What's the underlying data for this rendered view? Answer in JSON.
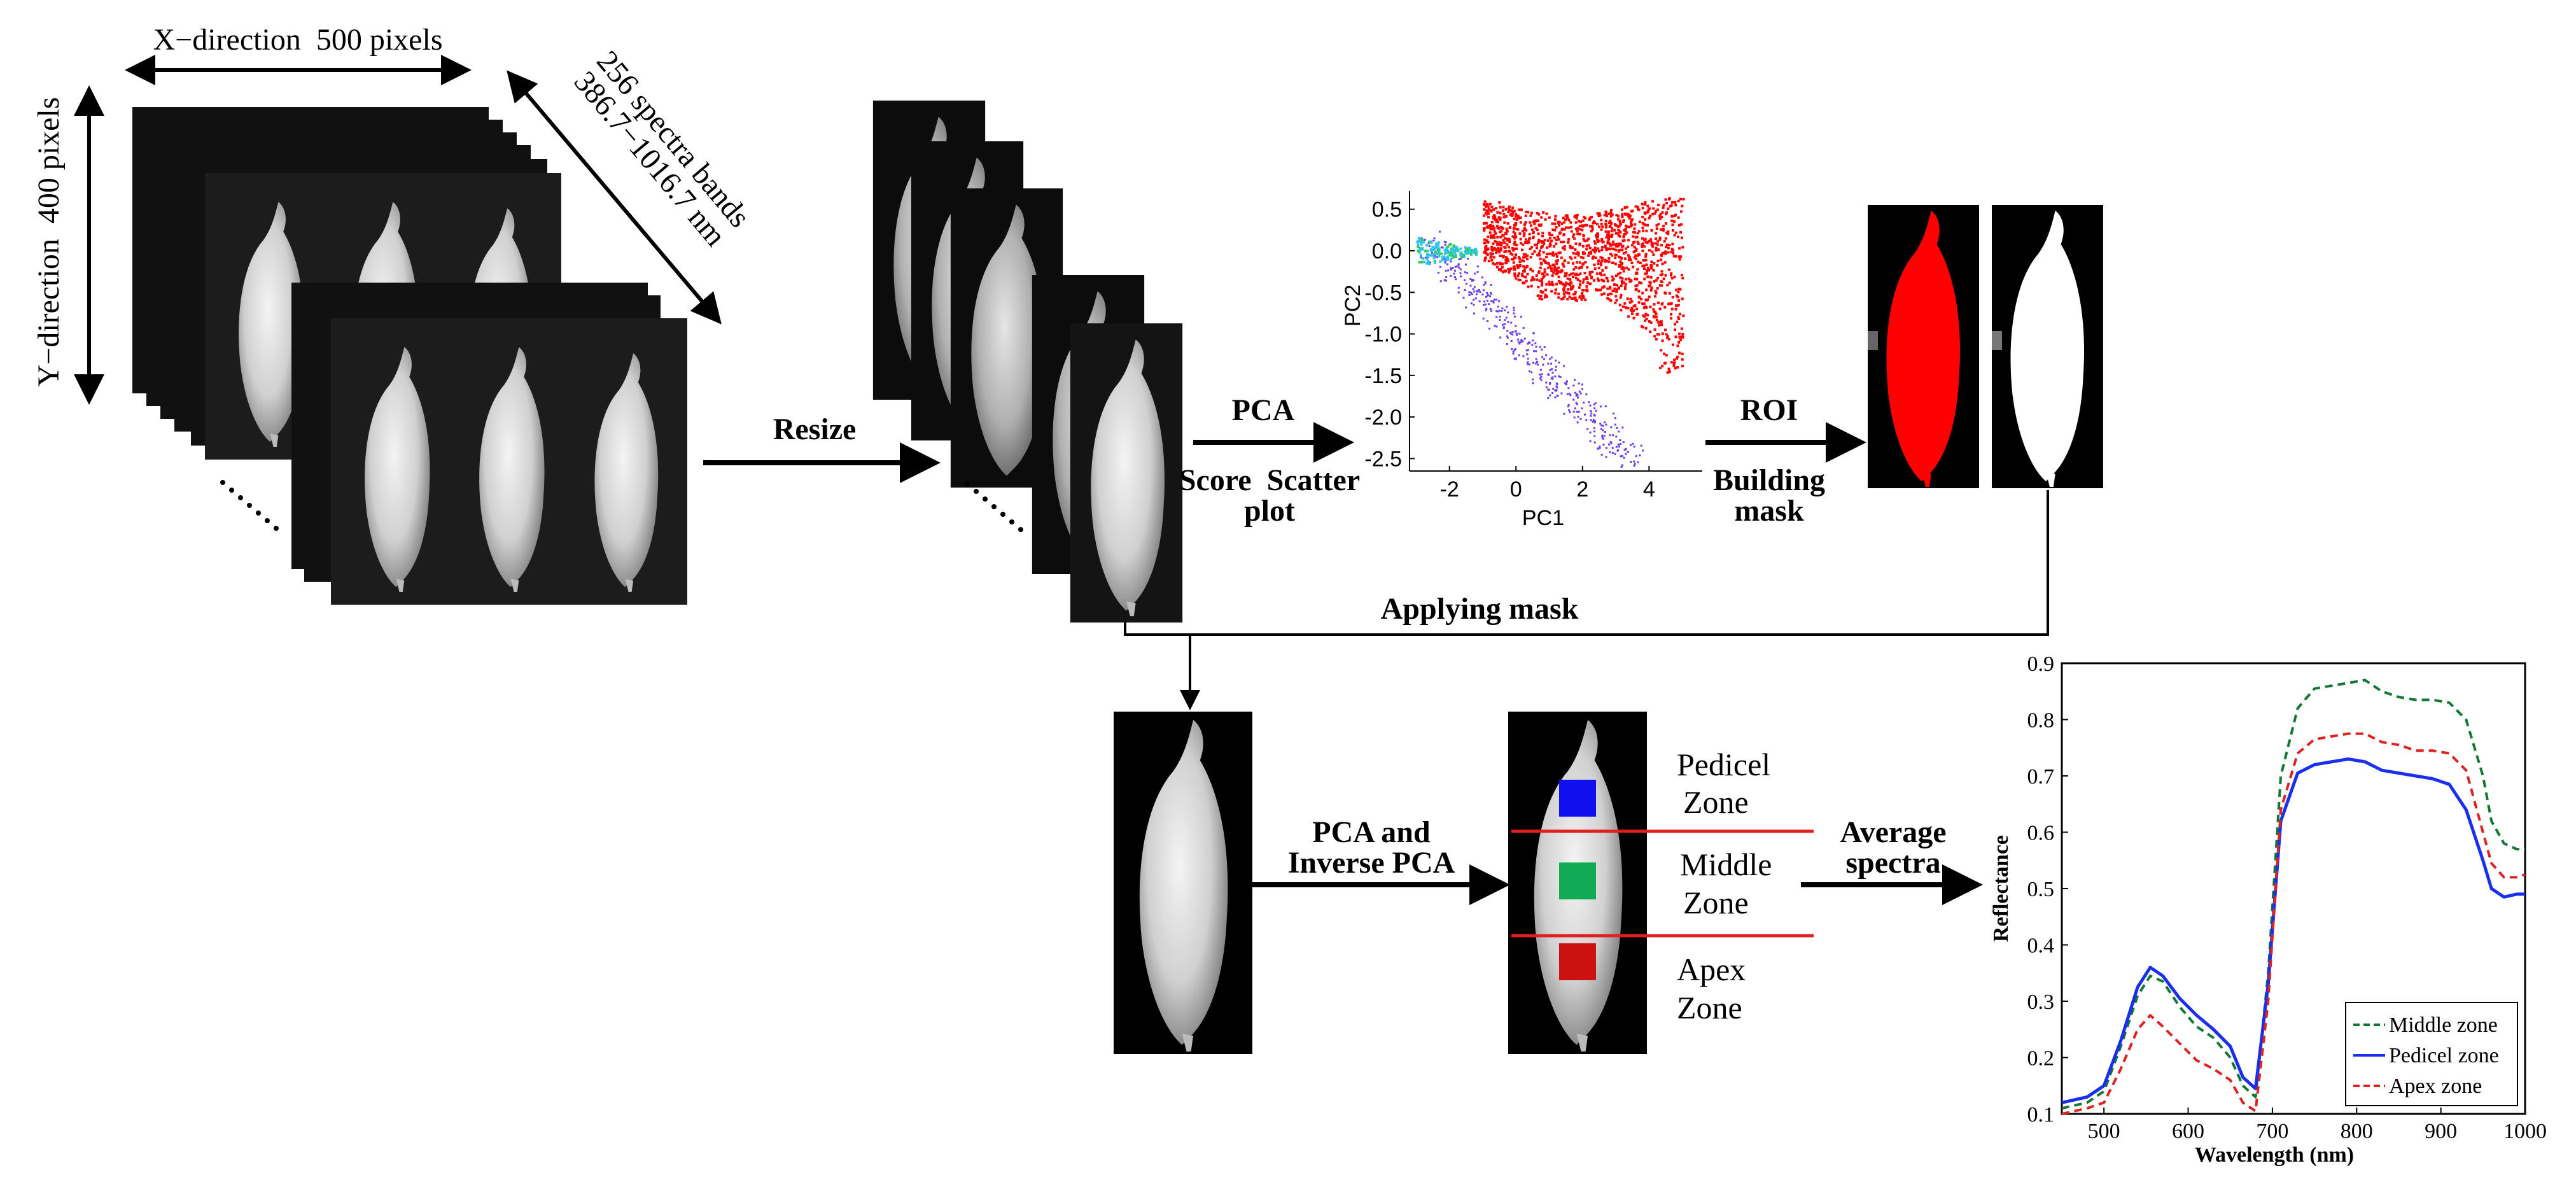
{
  "labels": {
    "x_direction": "X−direction  500 pixels",
    "y_direction": "Y−direction  400 pixels",
    "bands_line1": "256 spectra bands",
    "bands_line2": "386.7−1016.7 nm",
    "resize": "Resize",
    "pca": "PCA",
    "score_line1": "Score  Scatter",
    "score_line2": "plot",
    "roi": "ROI",
    "building_line1": "Building",
    "building_line2": "mask",
    "applying_mask": "Applying mask",
    "pca_inverse_line1": "PCA and",
    "pca_inverse_line2": "Inverse PCA",
    "average_line1": "Average",
    "average_line2": "spectra",
    "pedicel_line1": "Pedicel",
    "pedicel_line2": "Zone",
    "middle_line1": "Middle",
    "middle_line2": "Zone",
    "apex_line1": "Apex",
    "apex_line2": "Zone"
  },
  "colors": {
    "pedicel": "#1010ee",
    "middle": "#11aa55",
    "apex": "#cc1111",
    "mask_red": "#ff0000",
    "cluster_purple": "#6a3df0",
    "cluster_cyan": "#2fc4e8"
  },
  "chart_data": [
    {
      "type": "scatter",
      "title": "",
      "xlabel": "PC1",
      "ylabel": "PC2",
      "xlim": [
        -3.2,
        5.6
      ],
      "ylim": [
        -2.65,
        0.72
      ],
      "xticks": [
        -2,
        0,
        2,
        4
      ],
      "xtick_labels": [
        "-2",
        "0",
        "2",
        "4"
      ],
      "yticks": [
        0.5,
        0.0,
        -0.5,
        -1.0,
        -1.5,
        -2.0,
        -2.5
      ],
      "ytick_labels": [
        "0.5",
        "0.0",
        "-0.5",
        "-1.0",
        "-1.5",
        "-2.0",
        "-2.5"
      ],
      "grid": false,
      "clusters": [
        {
          "color": "#ff0000",
          "extent_x": [
            -1.2,
            5.2
          ],
          "extent_y": [
            -1.5,
            0.65
          ]
        },
        {
          "color": "#6a3df0",
          "extent_x": [
            -2.8,
            4.0
          ],
          "extent_y": [
            -2.6,
            0.2
          ]
        },
        {
          "color": "#2fc4e8",
          "extent_x": [
            -3.0,
            -1.2
          ],
          "extent_y": [
            -0.15,
            0.3
          ]
        }
      ]
    },
    {
      "type": "line",
      "title": "",
      "xlabel": "Wavelength (nm)",
      "ylabel": "Reflectance",
      "xlim": [
        450,
        1000
      ],
      "ylim": [
        0.1,
        0.9
      ],
      "xticks": [
        500,
        600,
        700,
        800,
        900,
        1000
      ],
      "xtick_labels": [
        "500",
        "600",
        "700",
        "800",
        "900",
        "1000"
      ],
      "yticks": [
        0.1,
        0.2,
        0.3,
        0.4,
        0.5,
        0.6,
        0.7,
        0.8,
        0.9
      ],
      "ytick_labels": [
        "0.1",
        "0.2",
        "0.3",
        "0.4",
        "0.5",
        "0.6",
        "0.7",
        "0.8",
        "0.9"
      ],
      "grid": false,
      "legend_position": "bottom-right",
      "x": [
        450,
        480,
        500,
        520,
        540,
        555,
        570,
        590,
        610,
        630,
        650,
        665,
        680,
        695,
        710,
        730,
        750,
        770,
        790,
        810,
        830,
        850,
        870,
        890,
        910,
        930,
        950,
        960,
        975,
        990,
        1000
      ],
      "series": [
        {
          "name": "Middle zone",
          "color": "#117733",
          "dash": "dashed",
          "values": [
            0.11,
            0.12,
            0.14,
            0.22,
            0.31,
            0.345,
            0.335,
            0.29,
            0.255,
            0.235,
            0.2,
            0.15,
            0.13,
            0.35,
            0.7,
            0.82,
            0.855,
            0.86,
            0.865,
            0.87,
            0.85,
            0.84,
            0.835,
            0.835,
            0.83,
            0.8,
            0.7,
            0.62,
            0.58,
            0.57,
            0.57
          ]
        },
        {
          "name": "Pedicel zone",
          "color": "#1a2eee",
          "dash": "solid",
          "values": [
            0.12,
            0.13,
            0.15,
            0.23,
            0.325,
            0.36,
            0.345,
            0.305,
            0.275,
            0.25,
            0.22,
            0.165,
            0.145,
            0.33,
            0.62,
            0.705,
            0.72,
            0.725,
            0.73,
            0.725,
            0.71,
            0.705,
            0.7,
            0.695,
            0.685,
            0.64,
            0.55,
            0.5,
            0.485,
            0.49,
            0.49
          ]
        },
        {
          "name": "Apex zone",
          "color": "#dd2222",
          "dash": "dashed",
          "values": [
            0.1,
            0.11,
            0.12,
            0.18,
            0.25,
            0.275,
            0.255,
            0.225,
            0.195,
            0.18,
            0.16,
            0.12,
            0.105,
            0.3,
            0.64,
            0.74,
            0.765,
            0.77,
            0.775,
            0.775,
            0.76,
            0.755,
            0.745,
            0.745,
            0.74,
            0.71,
            0.6,
            0.545,
            0.52,
            0.52,
            0.525
          ]
        }
      ]
    }
  ]
}
